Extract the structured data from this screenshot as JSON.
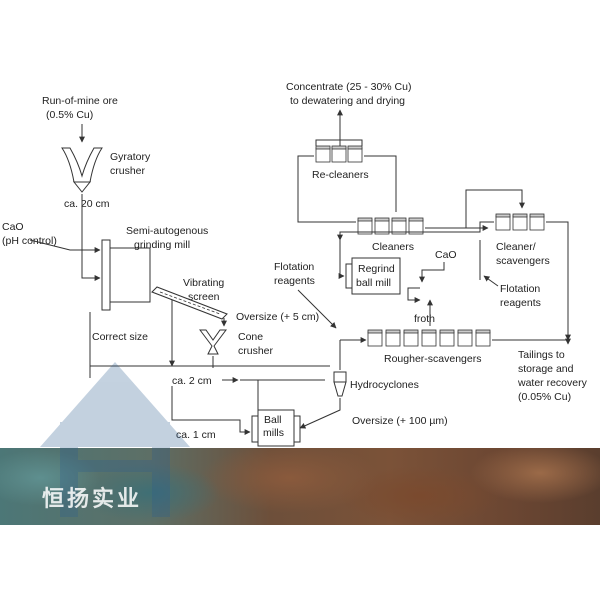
{
  "labels": {
    "ore": [
      "Run-of-mine ore",
      "(0.5% Cu)"
    ],
    "gyratory": [
      "Gyratory",
      "crusher"
    ],
    "ca20": "ca. 20 cm",
    "cao_left": [
      "CaO",
      "(pH control)"
    ],
    "sag": [
      "Semi-autogenous",
      "grinding mill"
    ],
    "vib": [
      "Vibrating",
      "screen"
    ],
    "oversize5": "Oversize (+ 5 cm)",
    "correct": "Correct size",
    "cone": [
      "Cone",
      "crusher"
    ],
    "ca2": "ca. 2 cm",
    "ca1": "ca. 1 cm",
    "ball": [
      "Ball",
      "mills"
    ],
    "oversize100": "Oversize (+ 100 µm)",
    "hydro": "Hydrocyclones",
    "flot_left": [
      "Flotation",
      "reagents"
    ],
    "concentrate": [
      "Concentrate (25 - 30% Cu)",
      "to dewatering and drying"
    ],
    "recleaners": "Re-cleaners",
    "cleaners": "Cleaners",
    "cao_mid": "CaO",
    "regrind": [
      "Regrind",
      "ball mill"
    ],
    "clean_scav": [
      "Cleaner/",
      "scavengers"
    ],
    "flot_right": [
      "Flotation",
      "reagents"
    ],
    "froth": "froth",
    "rougher": "Rougher-scavengers",
    "tailings": [
      "Tailings to",
      "storage and",
      "water recovery",
      "(0.05% Cu)"
    ]
  },
  "watermark": {
    "text": "恒扬实业",
    "color": "#2c5d8f"
  }
}
